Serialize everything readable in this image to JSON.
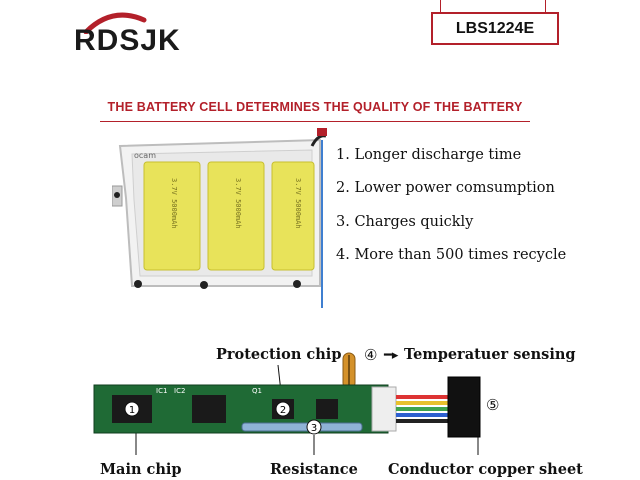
{
  "brand": {
    "logo_text": "RDSJK"
  },
  "model": {
    "label": "LBS1224E"
  },
  "headline": "THE BATTERY CELL DETERMINES THE QUALITY OF THE BATTERY",
  "battery_pack": {
    "corner_label": "ocam",
    "cell_label": "3.7V 5000mAh"
  },
  "features": [
    "1. Longer discharge time",
    "2. Lower power comsumption",
    "3. Charges quickly",
    "4. More than 500 times recycle"
  ],
  "board": {
    "protection_chip": "Protection chip",
    "temperature_marker": "④",
    "temperature_sensing": "Temperatuer sensing",
    "conductor_marker": "⑤",
    "main_chip": "Main chip",
    "resistance": "Resistance",
    "conductor_copper_sheet": "Conductor copper sheet",
    "markers": [
      "1",
      "2",
      "3"
    ],
    "silk_labels": [
      "IC1",
      "IC2",
      "Q1"
    ]
  },
  "colors": {
    "accent": "#b3202a",
    "pcb": "#1f6a35",
    "cell": "#e8e35a"
  }
}
